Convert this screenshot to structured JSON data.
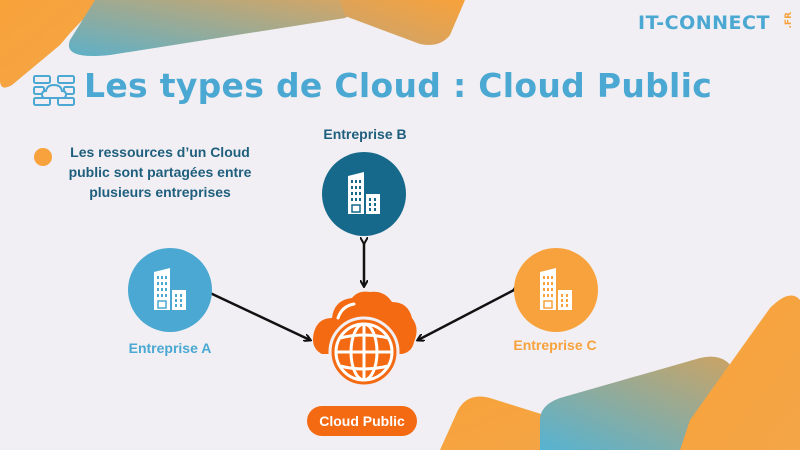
{
  "header": {
    "title": "Les types de Cloud : Cloud Public",
    "title_icon": "cloud-server-icon",
    "logo_text": "IT-CONNECT",
    "logo_suffix": ".FR"
  },
  "description": {
    "text": "Les ressources d’un Cloud public sont partagées entre plusieurs entreprises",
    "bullet_color": "#f7a23c"
  },
  "diagram": {
    "center": {
      "label": "Cloud Public",
      "icon": "cloud-globe-icon",
      "color": "#f46a12"
    },
    "nodes": [
      {
        "id": "A",
        "label": "Entreprise A",
        "icon": "building-icon",
        "color": "#4aa8d2"
      },
      {
        "id": "B",
        "label": "Entreprise B",
        "icon": "building-icon",
        "color": "#16698a"
      },
      {
        "id": "C",
        "label": "Entreprise C",
        "icon": "building-icon",
        "color": "#f7a23c"
      }
    ],
    "edges": [
      {
        "from": "A",
        "to": "Cloud Public",
        "type": "bidirectional"
      },
      {
        "from": "B",
        "to": "Cloud Public",
        "type": "bidirectional"
      },
      {
        "from": "C",
        "to": "Cloud Public",
        "type": "bidirectional"
      }
    ]
  },
  "colors": {
    "background": "#f1eff3",
    "primary_blue": "#4aa8d2",
    "dark_blue": "#16698a",
    "orange": "#f7a23c",
    "deep_orange": "#f46a12"
  }
}
